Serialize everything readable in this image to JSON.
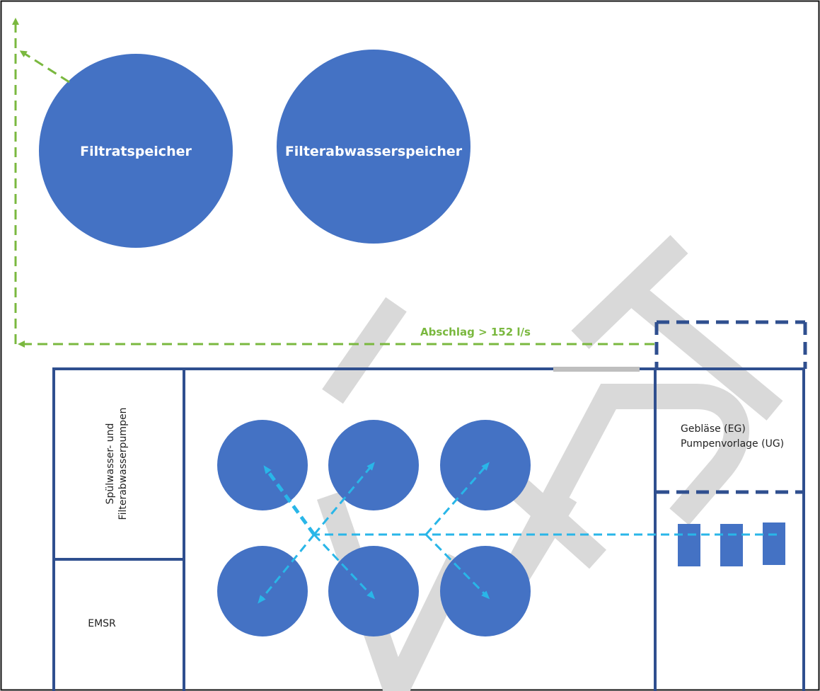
{
  "tanks": {
    "filtrate_label": "Filtratspeicher",
    "backwash_label": "Filterabwasserspeicher"
  },
  "flow": {
    "overflow_label": "Abschlag > 152 l/s"
  },
  "rooms": {
    "pumps_line1": "Spülwasser- und",
    "pumps_line2": "Filterabwasserpumpen",
    "emsr_label": "EMSR",
    "blower_line1": "Gebläse (EG)",
    "blower_line2": "Pumpenvorlage (UG)"
  },
  "watermark": {
    "text": "VEPT"
  },
  "colors": {
    "tank_blue": "#4472c4",
    "wall_blue": "#2f4f8f",
    "air_pipe": "#29b6e8",
    "overflow_pipe": "#7ab83f",
    "watermark": "#d9d9d9"
  }
}
